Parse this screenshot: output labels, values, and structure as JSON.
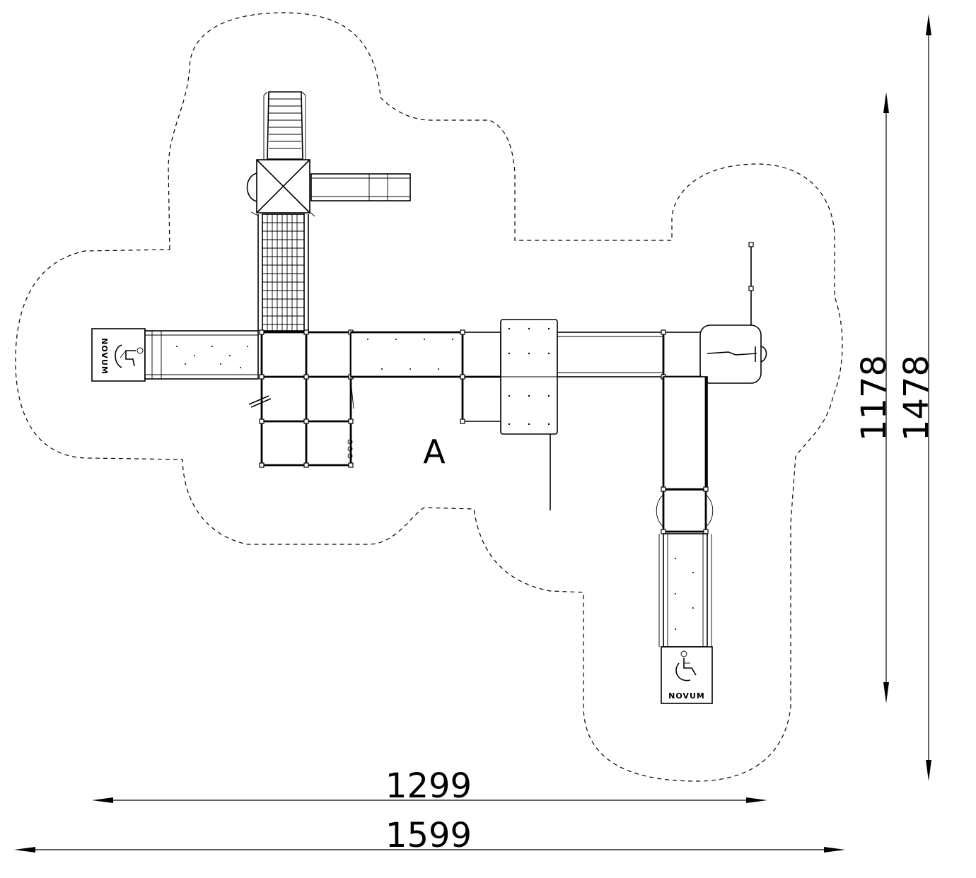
{
  "dimensions": {
    "inner_width": "1299",
    "outer_width": "1599",
    "inner_height": "1178",
    "outer_height": "1478"
  },
  "zone_label": "A",
  "ramp_labels": {
    "left": "NOVUM",
    "bottom": "NOVUM"
  },
  "icons": [
    "wheelchair-icon",
    "wheelchair-icon"
  ]
}
